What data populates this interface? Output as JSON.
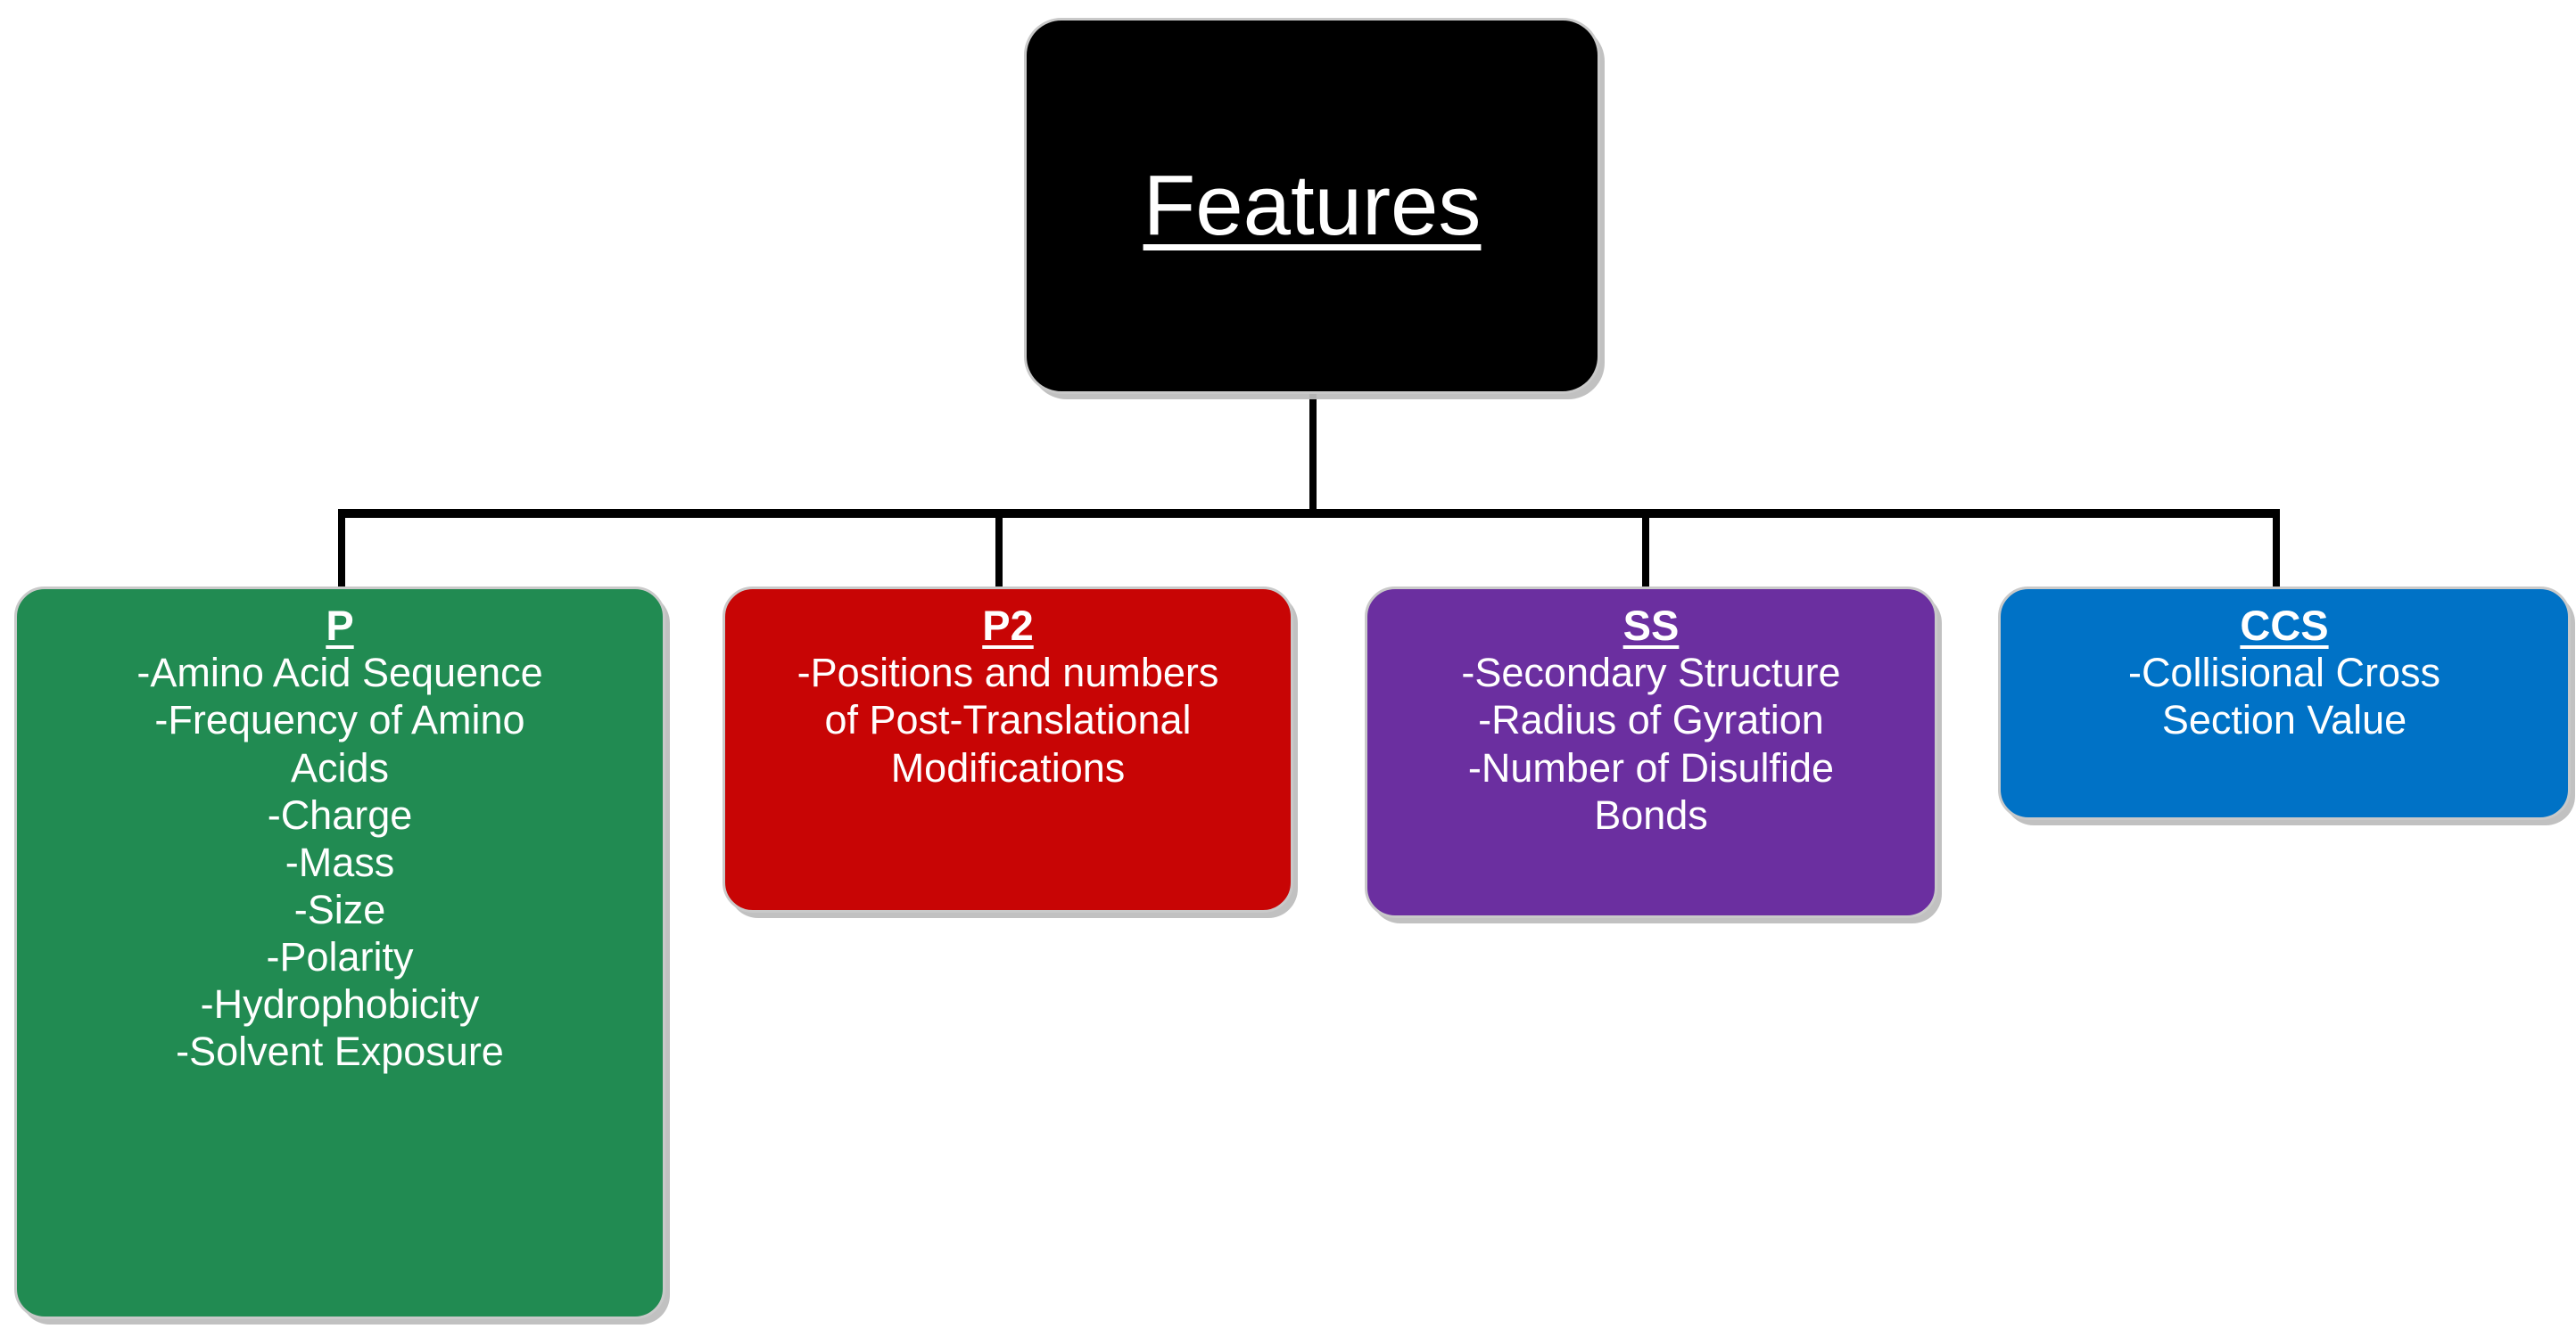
{
  "diagram": {
    "root": {
      "title": "Features"
    },
    "children": [
      {
        "key": "p",
        "title": "P",
        "color": "#218B52",
        "lines": [
          "-Amino Acid Sequence",
          "-Frequency of Amino",
          "Acids",
          "-Charge",
          "-Mass",
          "-Size",
          "-Polarity",
          "-Hydrophobicity",
          "-Solvent Exposure"
        ]
      },
      {
        "key": "p2",
        "title": "P2",
        "color": "#C80505",
        "lines": [
          "-Positions and numbers",
          "of Post-Translational",
          "Modifications"
        ]
      },
      {
        "key": "ss",
        "title": "SS",
        "color": "#6B2FA0",
        "lines": [
          "-Secondary Structure",
          "-Radius of Gyration",
          "-Number of Disulfide",
          "Bonds"
        ]
      },
      {
        "key": "ccs",
        "title": "CCS",
        "color": "#0072C6",
        "lines": [
          "-Collisional Cross",
          "Section Value"
        ]
      }
    ],
    "colors": {
      "root_background": "#000000",
      "text": "#ffffff",
      "connector": "#000000",
      "node_border": "#c9c9c9",
      "page_background": "#ffffff"
    }
  }
}
